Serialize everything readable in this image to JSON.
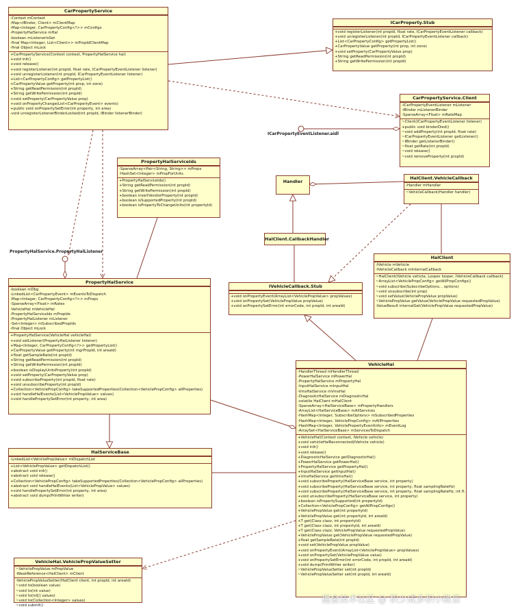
{
  "classes": {
    "car_property_service": {
      "name": "CarPropertyService",
      "fields": [
        "-Context mContext",
        "-Map<IBinder, Client> mClientMap",
        "-Map<Integer, CarPropertyConfig<?>> mConfigs",
        "-PropertyHalService mHal",
        "-boolean mListenerIsSet",
        "-final Map<Integer, List<Client>> mPropIdClientMap",
        "-final Object mLock"
      ],
      "methods": [
        "+CarPropertyService(Context context, PropertyHalService hal)",
        "+void init()",
        "+void release()",
        "+void registerListener(int propId, float rate, ICarPropertyEventListener listener)",
        "+void unregisterListener(int propId, ICarPropertyEventListener listener)",
        "+List<CarPropertyConfig> getPropertyList()",
        "+CarPropertyValue getProperty(int prop, int zone)",
        "+String getReadPermission(int propId)",
        "+String getWritePermission(int propId)",
        "+void setProperty(CarPropertyValue prop)",
        "+void onPropertyChange(List<CarPropertyEvent> events)",
        "+public void onPropertySetError(int property, int area)",
        "-void unregisterListenerBinderLocked(int propId, IBinder listenerBinder)"
      ]
    },
    "icar_property_stub": {
      "name": "ICarProperty.Stub",
      "fields": [],
      "methods": [
        "+void registerListener(int propId, float rate, ICarPropertyEventListener callback)",
        "+void unregisterListener(int propId, ICarPropertyEventListener callback)",
        "+List<CarPropertyConfig> getPropertyList()",
        "+CarPropertyValue getProperty(int prop, int zone)",
        "+void setProperty(CarPropertyValue prop)",
        "+String getReadPermission(int propId)",
        "+String getWritePermission(int propId)"
      ]
    },
    "car_property_service_client": {
      "name": "CarPropertyService.Client",
      "fields": [
        "-ICarPropertyEventListener mListener",
        "-IBinder mListenerBinder",
        "-SparseArray<Float> mRateMap"
      ],
      "methods": [
        "~Client(ICarPropertyEventListener listener)",
        "+public void binderDied()",
        "~void addProperty(int propId, float rate)",
        "~ICarPropertyEventListener getListener()",
        "~IBinder getListenerBinder()",
        "~float getRate(int propId)",
        "~void release()",
        "~void removeProperty(int propId)"
      ]
    },
    "property_hal_service_ids": {
      "name": "PropertyHalServiceIds",
      "fields": [
        "-SparseArray<Pair<String, String>> mProps",
        "-HashSet<Integer> mPropForUnits"
      ],
      "methods": [
        "+PropertyHalServiceIds()",
        "+String getReadPermission(int propId)",
        "+String getWritePermission(int propId)",
        "+boolean insertVendorProperty(int propId)",
        "+boolean isSupportedProperty(int propId)",
        "+boolean isPropertyToChangeUnits(int propertyId)"
      ]
    },
    "handler": {
      "name": "Handler",
      "fields": [],
      "methods": []
    },
    "hal_client_vehicle_callback": {
      "name": "HalClient.VehicleCallback",
      "fields": [
        "-Handler mHandler"
      ],
      "methods": [
        "~VehicleCallback(Handler handler)"
      ]
    },
    "hal_client_callback_handler": {
      "name": "HalClient.CallbackHandler",
      "fields": [],
      "methods": []
    },
    "hal_client": {
      "name": "HalClient",
      "fields": [
        "-IVehicle mVehicle",
        "-IVehicleCallback mInternalCallback"
      ],
      "methods": [
        "~HalClient(IVehicle vehicle, Looper looper, IVehicleCallback callback)",
        "~ArrayList<VehiclePropConfig> getAllPropConfigs()",
        "~void subscribe(SubscribeOptions... options)",
        "~void unsubscribe(int prop)",
        "~void setValue(VehiclePropValue propValue)",
        "~VehiclePropValue getValue(VehiclePropValue requestedPropValue)",
        "-ValueResult internalGet(VehiclePropValue requestedPropValue)"
      ]
    },
    "ivehicle_callback_stub": {
      "name": "IVehicleCallback.Stub",
      "fields": [],
      "methods": [
        "+void onPropertyEvent(ArrayList<VehiclePropValue> propValues)",
        "+void onPropertySet(VehiclePropValue propValue)",
        "+void onPropertySetError(int errorCode, int propId, int areaId)"
      ]
    },
    "property_hal_service": {
      "name": "PropertyHalService",
      "fields": [
        "-boolean mDbg",
        "-LinkedList<CarPropertyEvent> mEventsToDispatch",
        "-Map<Integer, CarPropertyConfig<?>> mProps",
        "-SparseArray<Float> mRates",
        "-VehicleHal mVehicleHal",
        "-PropertyHalServiceIds mPropIds",
        "-PropertyHalListener mListener",
        "-Set<Integer> mSubscribedPropIds",
        "-final Object mLock"
      ],
      "methods": [
        "+PropertyHalService(VehicleHal vehicleHal)",
        "+void setListener(PropertyHalListener listener)",
        "+Map<Integer, CarPropertyConfig<?>> getPropertyList()",
        "+CarPropertyValue getProperty(int mgrPropId, int areaId)",
        "+float getSampleRate(int propId)",
        "+String getReadPermission(int propId)",
        "+String getWritePermission(int propId)",
        "+boolean isDisplayUnitsProperty(int propId)",
        "+void setProperty(CarPropertyValue prop)",
        "+void subscribeProperty(int propId, float rate)",
        "+void unsubscribeProperty(int propId)",
        "+Collection<VehiclePropConfig> takeSupportedProperties(Collection<VehiclePropConfig> allProperties)",
        "+void handleHalEvents(List<VehiclePropValue> values)",
        "+void handlePropertySetError(int property, int area)"
      ]
    },
    "hal_service_base": {
      "name": "HalServiceBase",
      "fields": [
        "-LinkedList<VehiclePropValue> mDispatchList"
      ],
      "methods": [
        "+List<VehiclePropValue> getDispatchList()",
        "+abstract void init()",
        "+abstract void release()",
        "+Collection<VehiclePropConfig> takeSupportedProperties(Collection<VehiclePropConfig> allProperties)",
        "+abstract void handleHalEvents(List<VehiclePropValue> values)",
        "+void handlePropertySetError(int property, int area)",
        "+abstract void dump(PrintWriter writer)"
      ]
    },
    "vehicle_hal": {
      "name": "VehicleHal",
      "fields": [
        "-HandlerThread mHandlerThread",
        "-PowerHalService mPowerHal",
        "-PropertyHalService mPropertyHal",
        "-InputHalService mInputHal",
        "-VmsHalService mVmsHal",
        "-DiagnosticHalService mDiagnosticHal",
        "-volatile HalClient mHalClient",
        "-SparseArray<HalServiceBase> mPropertyHandlers",
        "-ArrayList<HalServiceBase> mAllServices",
        "-HashMap<Integer, SubscribeOptions> mSubscribedProperties",
        "-HashMap<Integer, VehiclePropConfig> mAllProperties",
        "-HashMap<Integer, VehiclePropertyEventInfo> mEventLog",
        "-ArraySet<HalServiceBase> mServicesToDispatch"
      ],
      "methods": [
        "+VehicleHal(Context context, IVehicle vehicle)",
        "+void vehicleHalReconnected(IVehicle vehicle)",
        "+void init()",
        "+void release()",
        "+DiagnosticHalService getDiagnosticHal()",
        "+PowerHalService getPowerHal()",
        "+PropertyHalService getPropertyHal()",
        "+InputHalService getInputHal()",
        "+VmsHalService getVmsHal()",
        "+void subscribeProperty(HalServiceBase service, int property)",
        "+void subscribeProperty(HalServiceBase service, int property, float samplingRateHz)",
        "+void subscribeProperty(HalServiceBase service, int property, float samplingRateHz, int flags)",
        "+void unsubscribeProperty(HalServiceBase service, int property)",
        "+boolean isPropertySupported(int propertyId)",
        "+Collection<VehiclePropConfig> getAllPropConfigs()",
        "+VehiclePropValue get(int propertyId)",
        "+VehiclePropValue get(int propertyId, int areaId)",
        "+T get(Class clazz, int propertyId)",
        "+T get(Class clazz, int propertyId, int areaId)",
        "+T get(Class clazz, VehiclePropValue requestedPropValue)",
        "+VehiclePropValue get(VehiclePropValue requestedPropValue)",
        "+float getSampleRate(int propId)",
        "+void set(VehiclePropValue propValue)",
        "+void onPropertyEvent(ArrayList<VehiclePropValue> propValues)",
        "+void onPropertySet(VehiclePropValue value)",
        "+void onPropertySetError(int errorCode, int propId, int areaId)",
        "+void dump(PrintWriter writer)",
        "~VehiclePropValueSetter set(int propId)",
        "~VehiclePropValueSetter set(int propId, int areaId)"
      ]
    },
    "vehicle_prop_value_setter": {
      "name": "VehicleHal.VehiclePropValueSetter",
      "fields": [
        "~VehiclePropValue mPropValue",
        "-WeakReference<HalClient> mClient"
      ],
      "methods": [
        "-VehiclePropValueSetter(HalClient client, int propId, int areaId)",
        "~void to(boolean value)",
        "~void to(int value)",
        "~void to(int[] values)",
        "~void to(Collection<Integer> values)",
        "~void submit()"
      ]
    }
  },
  "labels": {
    "icar_property_event_listener": "ICarPropertyEventListener.aidl",
    "property_hal_listener": "PropertyHalService.PropertyHalListener"
  },
  "watermark": "掘金技术社区 @ 积少成多积小致巨",
  "colors": {
    "box_fill": "#ffffcc",
    "box_border": "#8a3b2d",
    "line": "#8a3b2d"
  }
}
